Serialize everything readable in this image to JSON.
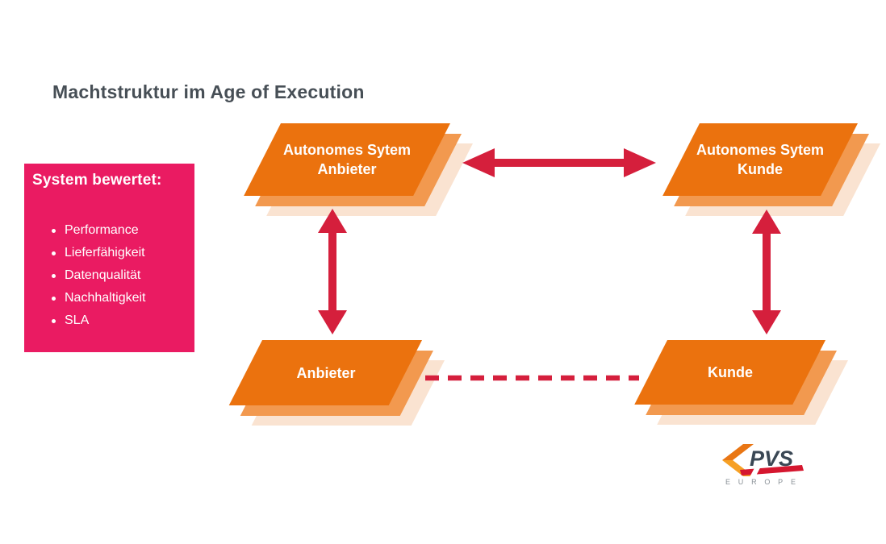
{
  "title": "Machtstruktur im Age of Execution",
  "info_panel": {
    "heading": "System bewertet:",
    "items": [
      "Performance",
      "Lieferfähigkeit",
      "Datenqualität",
      "Nachhaltigkeit",
      "SLA"
    ]
  },
  "nodes": {
    "autonomes_system_anbieter": {
      "label": "Autonomes Sytem Anbieter"
    },
    "autonomes_system_kunde": {
      "label": "Autonomes Sytem Kunde"
    },
    "anbieter": {
      "label": "Anbieter"
    },
    "kunde": {
      "label": "Kunde"
    }
  },
  "connectors": [
    {
      "from": "autonomes_system_anbieter",
      "to": "autonomes_system_kunde",
      "type": "double-arrow"
    },
    {
      "from": "autonomes_system_anbieter",
      "to": "anbieter",
      "type": "double-arrow"
    },
    {
      "from": "autonomes_system_kunde",
      "to": "kunde",
      "type": "double-arrow"
    },
    {
      "from": "anbieter",
      "to": "kunde",
      "type": "dashed-line"
    }
  ],
  "logo": {
    "brand": "PVS",
    "region": "EUROPE"
  },
  "colors": {
    "accent_pink": "#EA1B62",
    "node_orange": "#EB720E",
    "node_orange_mid": "#F2994F",
    "node_orange_light": "#FAE3D1",
    "arrow_red": "#D51F3C",
    "title_gray": "#474F56",
    "logo_slate": "#3A4754",
    "logo_gray": "#8A9197"
  }
}
